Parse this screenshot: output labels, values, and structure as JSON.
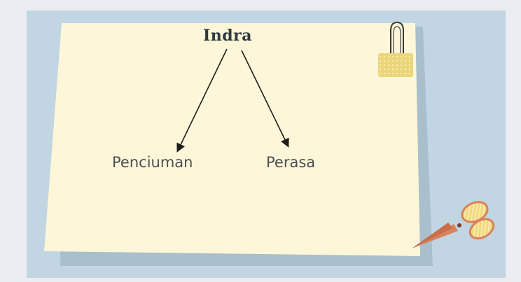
{
  "diagram": {
    "title": "Indra",
    "children": [
      {
        "label": "Penciuman"
      },
      {
        "label": "Perasa"
      }
    ]
  },
  "decor": {
    "paper_color": "#fdf6d8",
    "board_color": "#c1d6e2",
    "clip_icon": "binder-clip-icon",
    "scissors_icon": "scissors-icon"
  }
}
